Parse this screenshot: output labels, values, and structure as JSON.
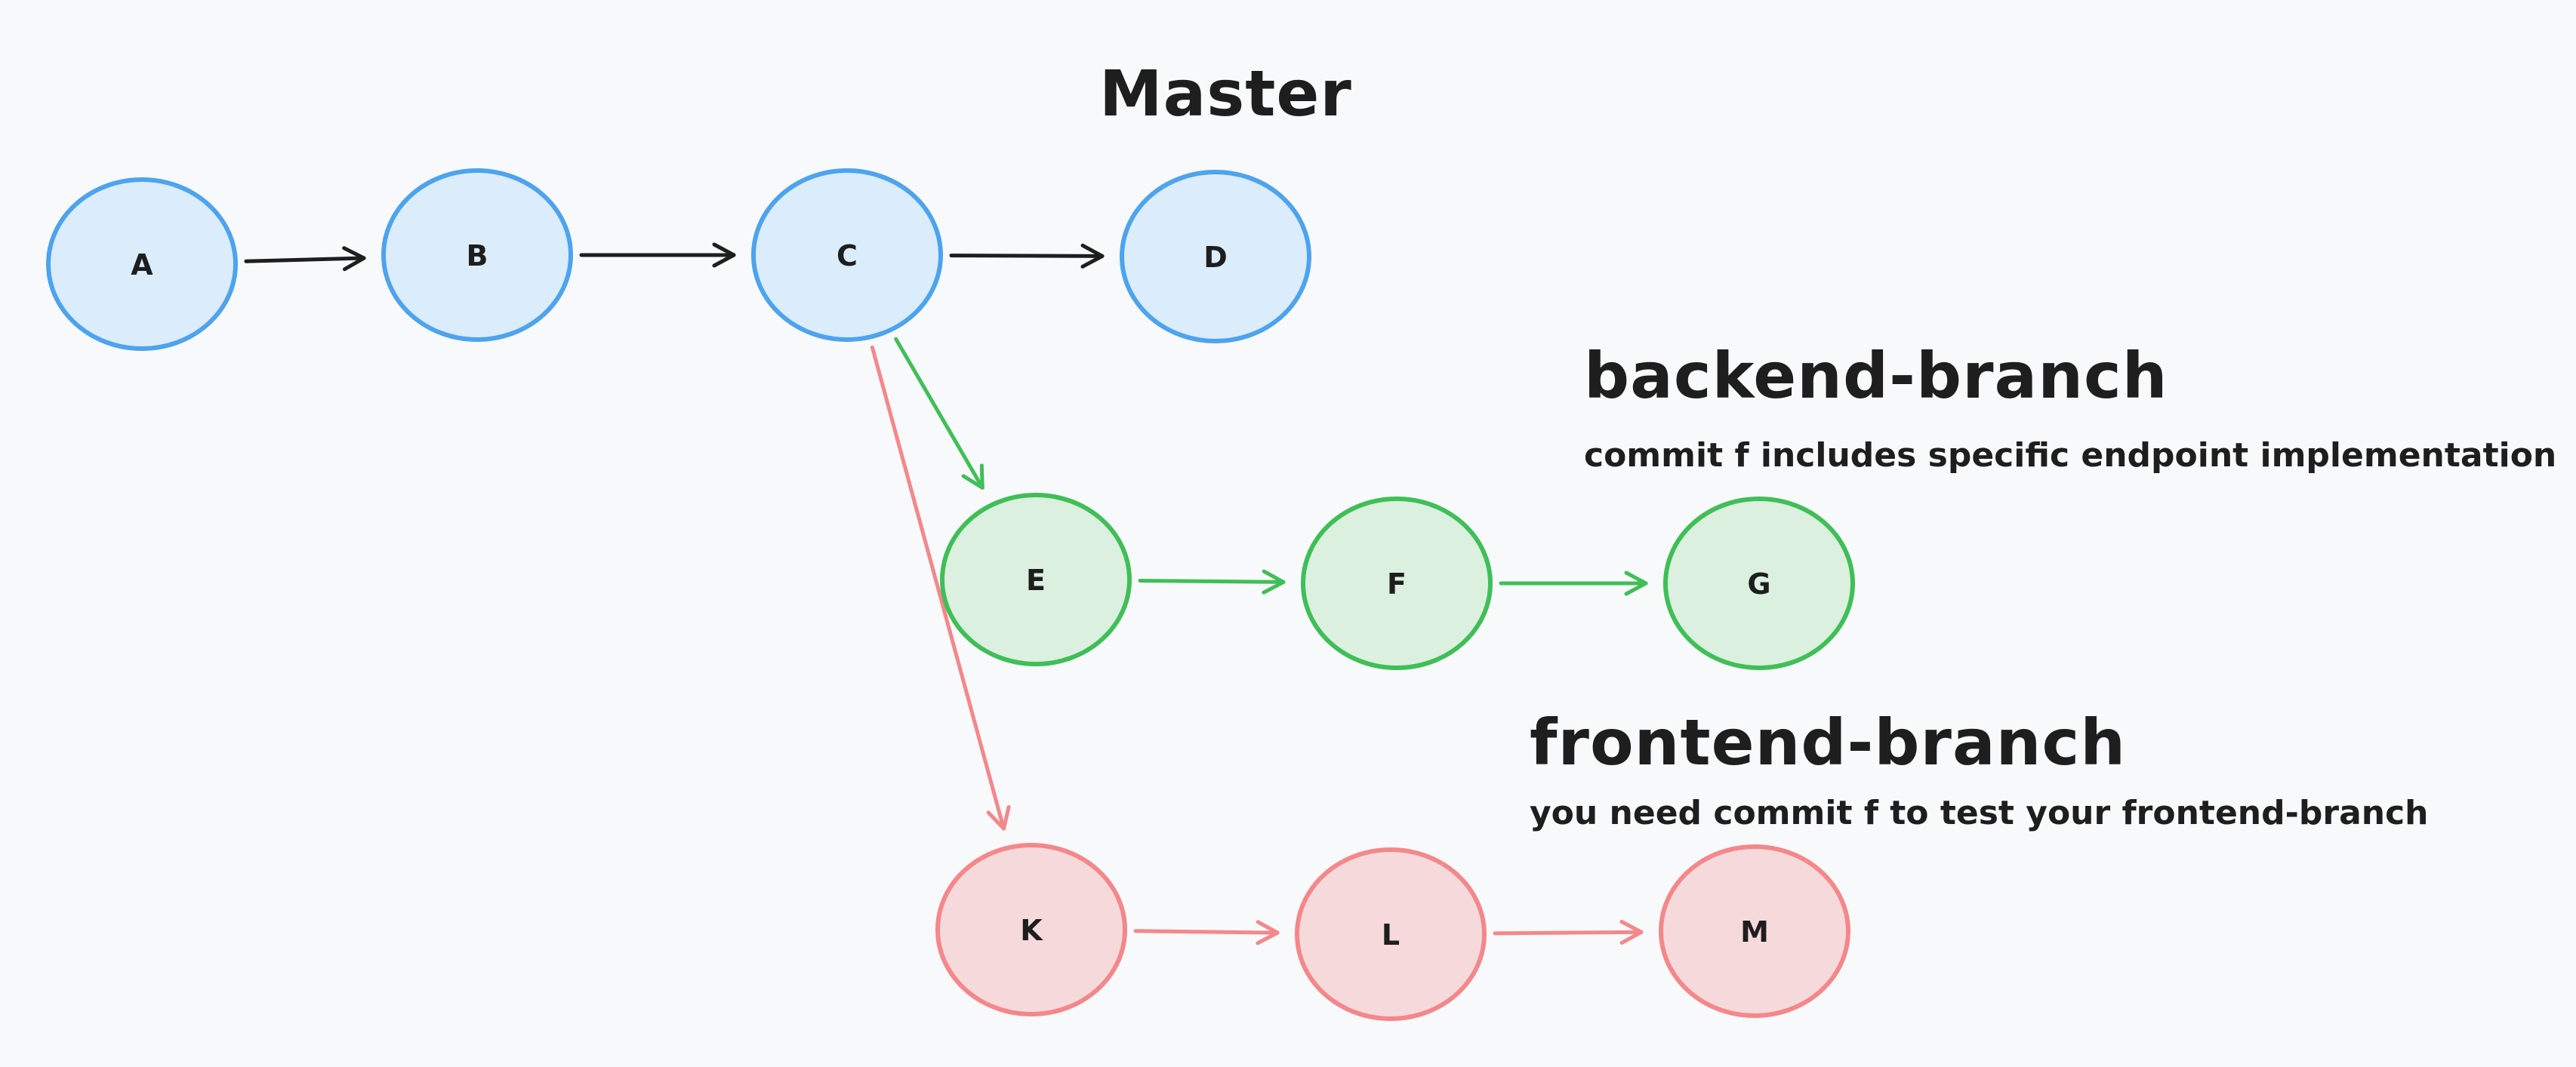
{
  "labels": {
    "master": "Master",
    "backend": "backend-branch",
    "backend_note": "commit f includes specific endpoint implementation",
    "frontend": "frontend-branch",
    "frontend_note": "you need commit f to test your frontend-branch"
  },
  "colors": {
    "master_stroke": "#4da3ee",
    "master_fill": "#dbecfa",
    "backend_stroke": "#3fbf57",
    "backend_fill": "#dcf0df",
    "frontend_stroke": "#f4878a",
    "frontend_fill": "#f6dadb",
    "arrow_dark": "#1e1e1e"
  },
  "nodes": [
    {
      "id": "A",
      "label": "A",
      "branch": "master"
    },
    {
      "id": "B",
      "label": "B",
      "branch": "master"
    },
    {
      "id": "C",
      "label": "C",
      "branch": "master"
    },
    {
      "id": "D",
      "label": "D",
      "branch": "master"
    },
    {
      "id": "E",
      "label": "E",
      "branch": "backend"
    },
    {
      "id": "F",
      "label": "F",
      "branch": "backend"
    },
    {
      "id": "G",
      "label": "G",
      "branch": "backend"
    },
    {
      "id": "K",
      "label": "K",
      "branch": "frontend"
    },
    {
      "id": "L",
      "label": "L",
      "branch": "frontend"
    },
    {
      "id": "M",
      "label": "M",
      "branch": "frontend"
    }
  ],
  "edges": [
    {
      "from": "A",
      "to": "B",
      "color": "dark"
    },
    {
      "from": "B",
      "to": "C",
      "color": "dark"
    },
    {
      "from": "C",
      "to": "D",
      "color": "dark"
    },
    {
      "from": "C",
      "to": "E",
      "color": "backend"
    },
    {
      "from": "E",
      "to": "F",
      "color": "backend"
    },
    {
      "from": "F",
      "to": "G",
      "color": "backend"
    },
    {
      "from": "C",
      "to": "K",
      "color": "frontend"
    },
    {
      "from": "K",
      "to": "L",
      "color": "frontend"
    },
    {
      "from": "L",
      "to": "M",
      "color": "frontend"
    }
  ]
}
